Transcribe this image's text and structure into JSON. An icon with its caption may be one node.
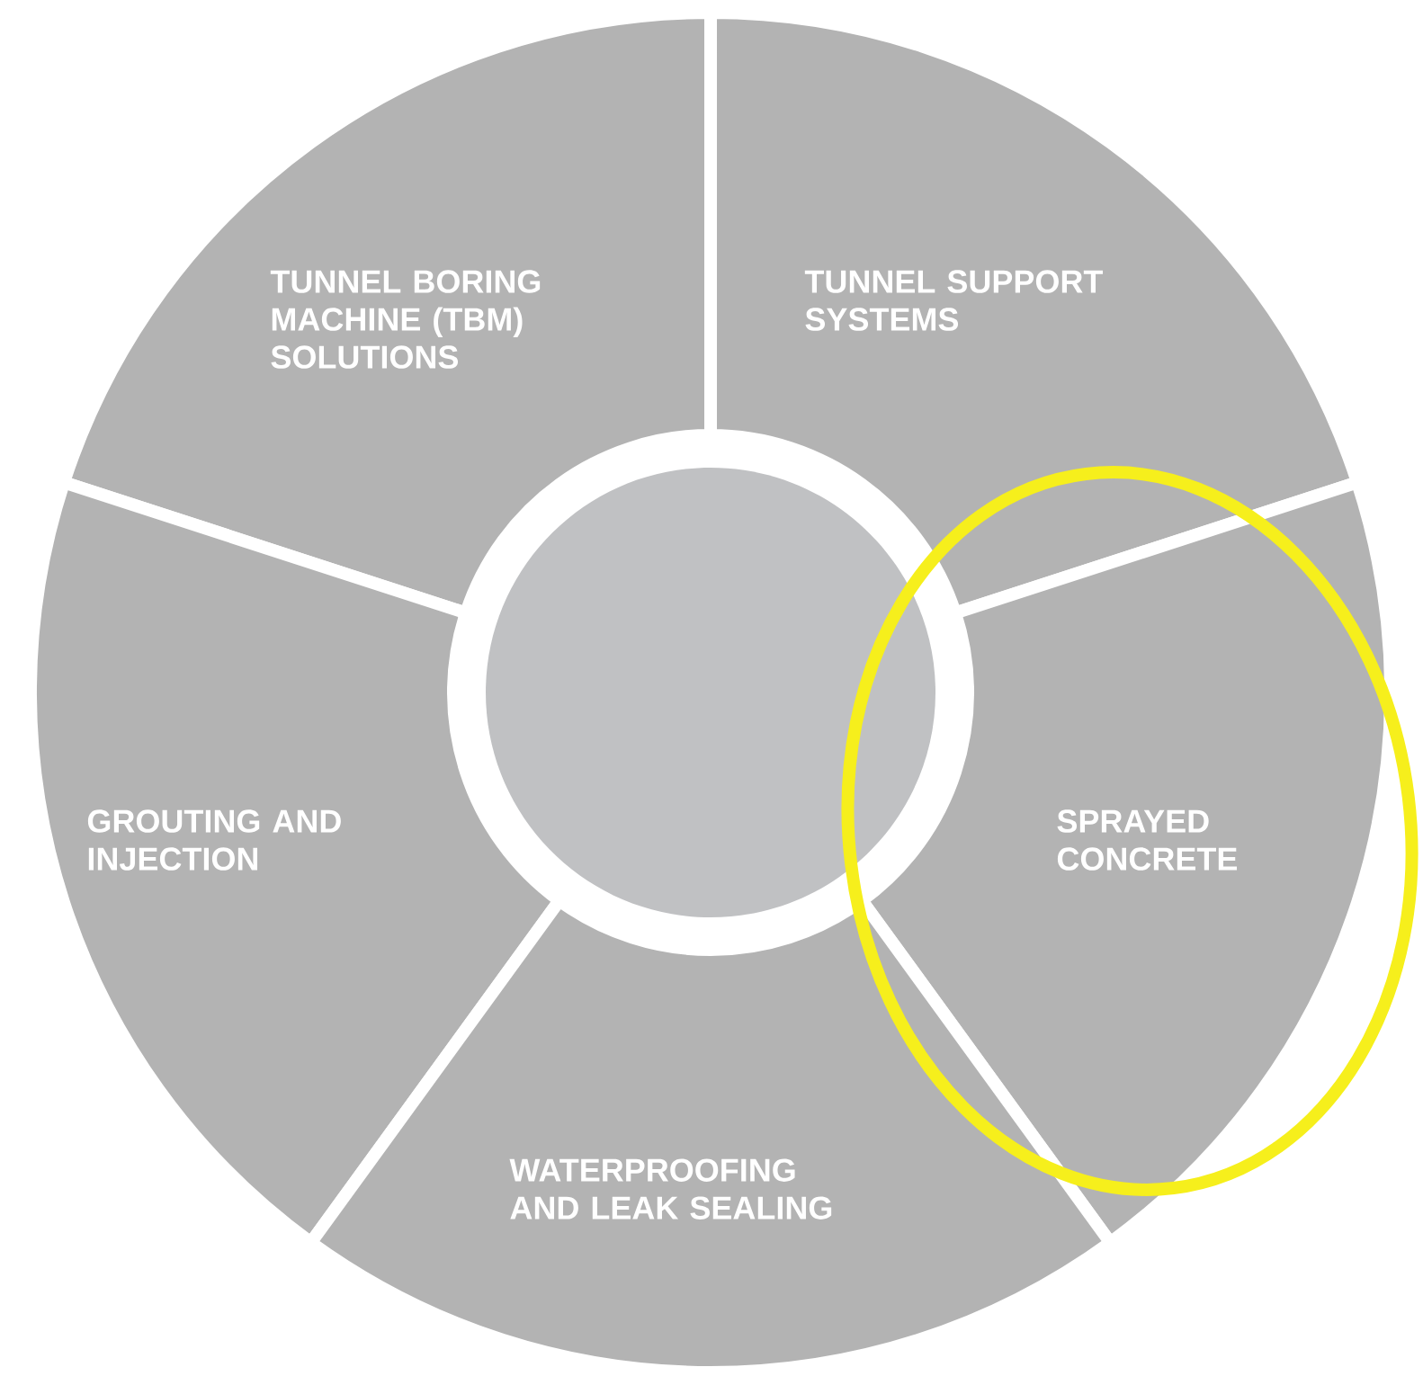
{
  "diagram": {
    "nodes": [
      {
        "text": [
          "TUNNEL BORING MACHINE (TBM) SOLUTIONS"
        ]
      },
      {
        "text": [
          "TUNNEL SUPPORT SYSTEMS"
        ]
      },
      {
        "text": [
          "GROUTING AND INJECTION"
        ]
      },
      {
        "text": [
          "SPRAYED CONCRETE"
        ]
      },
      {
        "text": [
          "WATERPROOFING AND LEAK SEALING"
        ]
      },
      {
        "text": [],
        "shape": "circle"
      }
    ]
  }
}
